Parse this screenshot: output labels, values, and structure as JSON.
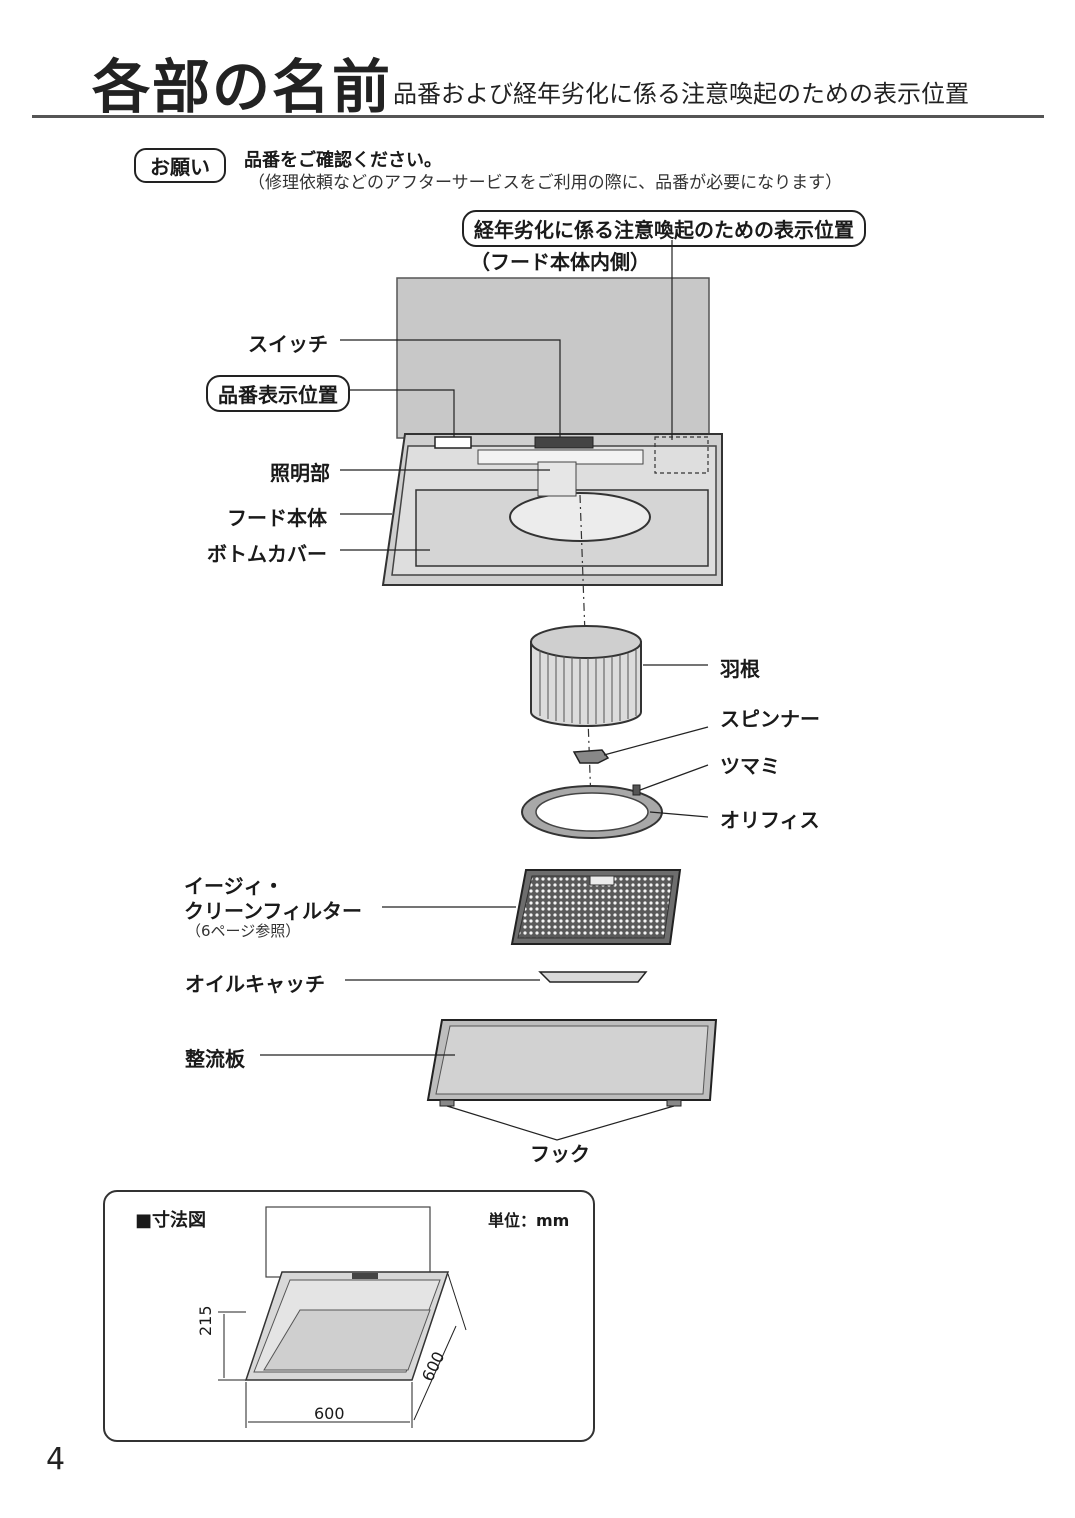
{
  "header": {
    "title": "各部の名前",
    "subtitle": "品番および経年劣化に係る注意喚起のための表示位置"
  },
  "request": {
    "badge": "お願い",
    "title": "品番をご確認ください。",
    "note": "（修理依頼などのアフターサービスをご利用の際に、品番が必要になります）"
  },
  "labels": {
    "aging_notice": "経年劣化に係る注意喚起のための表示位置",
    "aging_notice_sub": "（フード本体内側）",
    "switch": "スイッチ",
    "model_display": "品番表示位置",
    "lighting": "照明部",
    "hood_body": "フード本体",
    "bottom_cover": "ボトムカバー",
    "fan": "羽根",
    "spinner": "スピンナー",
    "knob": "ツマミ",
    "orifice": "オリフィス",
    "filter_line1": "イージィ・",
    "filter_line2": "クリーンフィルター",
    "filter_ref": "（6ページ参照）",
    "oil_catch": "オイルキャッチ",
    "rectifier": "整流板",
    "hook": "フック"
  },
  "dimensions": {
    "title": "■寸法図",
    "unit": "単位：mm",
    "height": "215",
    "width": "600",
    "depth": "600"
  },
  "footer": {
    "page_number": "4"
  }
}
